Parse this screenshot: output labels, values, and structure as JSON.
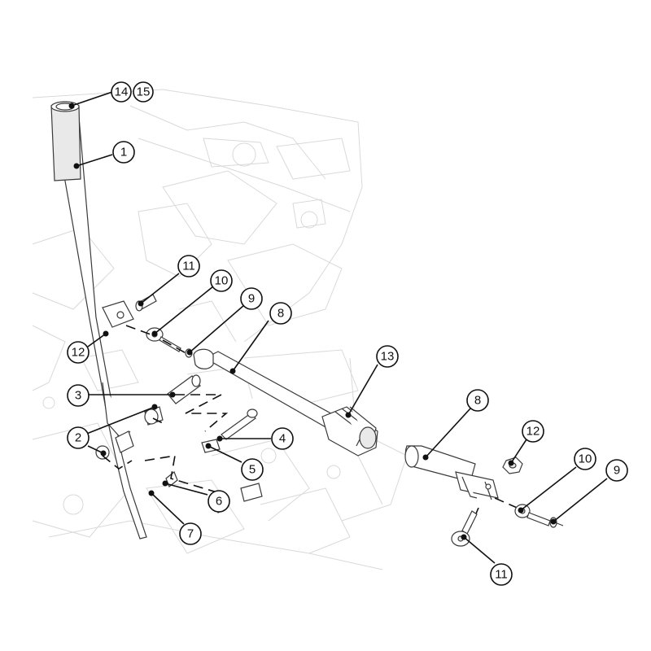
{
  "diagram": {
    "callouts": [
      {
        "id": "c1",
        "label": "1"
      },
      {
        "id": "c14",
        "label": "14"
      },
      {
        "id": "c15",
        "label": "15"
      },
      {
        "id": "c11a",
        "label": "11"
      },
      {
        "id": "c10a",
        "label": "10"
      },
      {
        "id": "c9a",
        "label": "9"
      },
      {
        "id": "c8a",
        "label": "8"
      },
      {
        "id": "c12a",
        "label": "12"
      },
      {
        "id": "c13",
        "label": "13"
      },
      {
        "id": "c3",
        "label": "3"
      },
      {
        "id": "c2",
        "label": "2"
      },
      {
        "id": "c4",
        "label": "4"
      },
      {
        "id": "c5",
        "label": "5"
      },
      {
        "id": "c6",
        "label": "6"
      },
      {
        "id": "c7",
        "label": "7"
      },
      {
        "id": "c8b",
        "label": "8"
      },
      {
        "id": "c12b",
        "label": "12"
      },
      {
        "id": "c10b",
        "label": "10"
      },
      {
        "id": "c9b",
        "label": "9"
      },
      {
        "id": "c11b",
        "label": "11"
      }
    ]
  }
}
